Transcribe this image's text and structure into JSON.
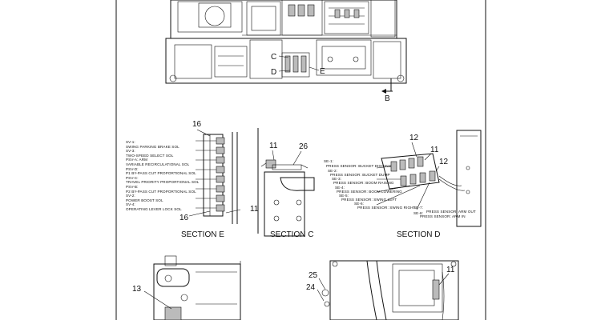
{
  "labels": {
    "top_c": "C",
    "top_d": "D",
    "top_e": "E",
    "top_b": "B",
    "e_16_top": "16",
    "e_16_bottom": "16",
    "e_11": "11",
    "c_11": "11",
    "c_26": "26",
    "d_12_top": "12",
    "d_11": "11",
    "d_12_right": "12",
    "b_13": "13",
    "b_25": "25",
    "b_24": "24",
    "b_11": "11"
  },
  "section_titles": {
    "e": "SECTION E",
    "c": "SECTION C",
    "d": "SECTION D"
  },
  "section_e_legend": [
    "SV-1:",
    "SWING PARKING BRAKE SOL",
    "SV-3:",
    "TWO-SPEED SELECT SOL",
    "PSV-A: ARM",
    "VARIABLE RECIRCULATIONAL SOL",
    "PSV-D:",
    "P1 BY-PASS CUT PROPORTIONAL SOL",
    "PSV-C:",
    "TRAVEL PRIORITY PROPORTIONAL SOL",
    "PSV-B:",
    "P2 BY-PASS CUT PROPORTIONAL SOL",
    "SV-2:",
    "POWER BOOST SOL",
    "SV-4:",
    "OPERATING LEVER LOCK SOL"
  ],
  "section_d_legend": [
    {
      "id": "SE-1:",
      "text": "PRESS SENSOR: BUCKET DIGGING"
    },
    {
      "id": "SE-2:",
      "text": "PRESS SENSOR: BUCKET DUMP"
    },
    {
      "id": "SE-3:",
      "text": "PRESS SENSOR: BOOM RAISING"
    },
    {
      "id": "SE-4:",
      "text": "PRESS SENSOR: BOOM LOWERING"
    },
    {
      "id": "SE-5:",
      "text": "PRESS SENSOR: SWING LEFT"
    },
    {
      "id": "SE-6:",
      "text": "PRESS SENSOR: SWING RIGHT"
    },
    {
      "id": "SE-7:",
      "text": "PRESS SENSOR: ARM OUT"
    },
    {
      "id": "SE-8:",
      "text": "PRESS SENSOR: ARM IN"
    }
  ]
}
